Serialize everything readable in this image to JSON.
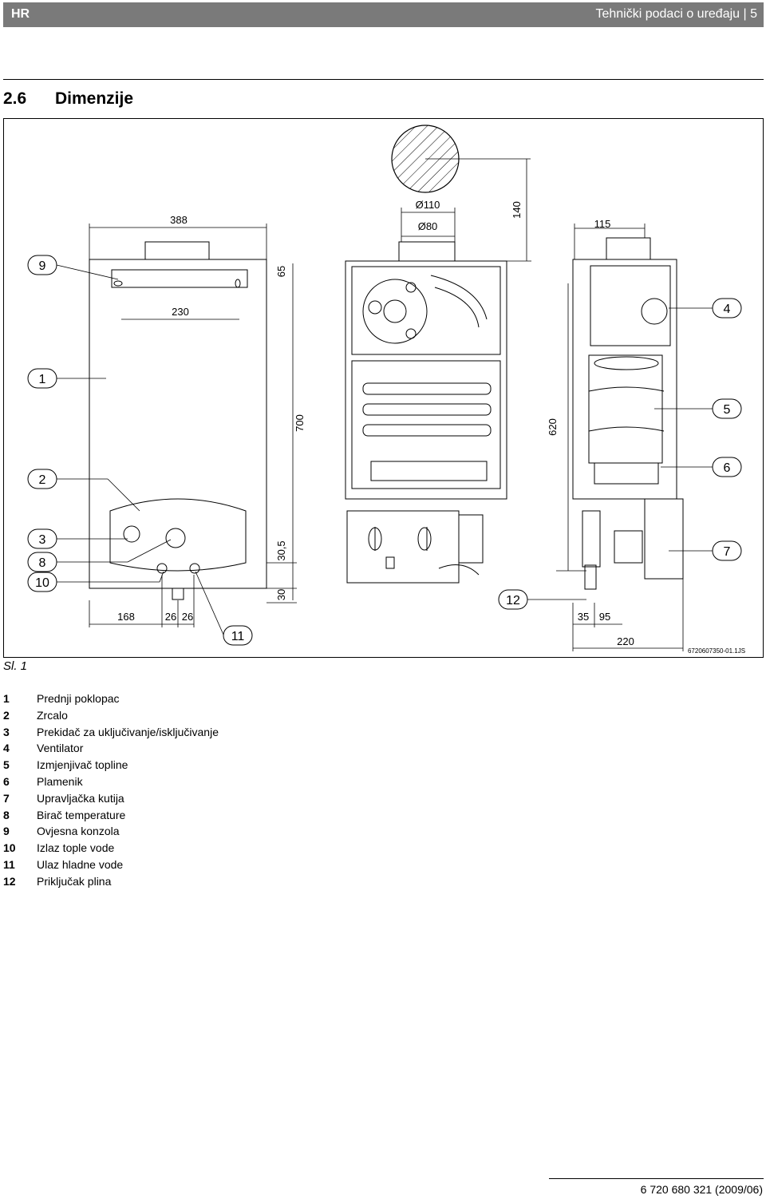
{
  "header": {
    "lang": "HR",
    "title": "Tehnički podaci o uređaju | 5"
  },
  "section": {
    "number": "2.6",
    "title": "Dimenzije"
  },
  "figure": {
    "caption": "Sl. 1",
    "code": "6720607350-01.1JS",
    "dimensions": {
      "d388": "388",
      "d230": "230",
      "d65": "65",
      "d700": "700",
      "d30_5": "30,5",
      "d30": "30",
      "d168": "168",
      "d26a": "26",
      "d26b": "26",
      "d110": "Ø110",
      "d80": "Ø80",
      "d140": "140",
      "d115": "115",
      "d620": "620",
      "d35": "35",
      "d95": "95",
      "d220": "220"
    },
    "callouts": [
      "1",
      "2",
      "3",
      "4",
      "5",
      "6",
      "7",
      "8",
      "9",
      "10",
      "11",
      "12"
    ]
  },
  "legend": [
    {
      "num": "1",
      "text": "Prednji poklopac"
    },
    {
      "num": "2",
      "text": "Zrcalo"
    },
    {
      "num": "3",
      "text": "Prekidač za uključivanje/isključivanje"
    },
    {
      "num": "4",
      "text": "Ventilator"
    },
    {
      "num": "5",
      "text": "Izmjenjivač topline"
    },
    {
      "num": "6",
      "text": "Plamenik"
    },
    {
      "num": "7",
      "text": "Upravljačka kutija"
    },
    {
      "num": "8",
      "text": "Birač temperature"
    },
    {
      "num": "9",
      "text": "Ovjesna konzola"
    },
    {
      "num": "10",
      "text": "Izlaz tople vode"
    },
    {
      "num": "11",
      "text": "Ulaz hladne vode"
    },
    {
      "num": "12",
      "text": "Priključak plina"
    }
  ],
  "footer": {
    "doc_number": "6 720 680 321 (2009/06)"
  }
}
